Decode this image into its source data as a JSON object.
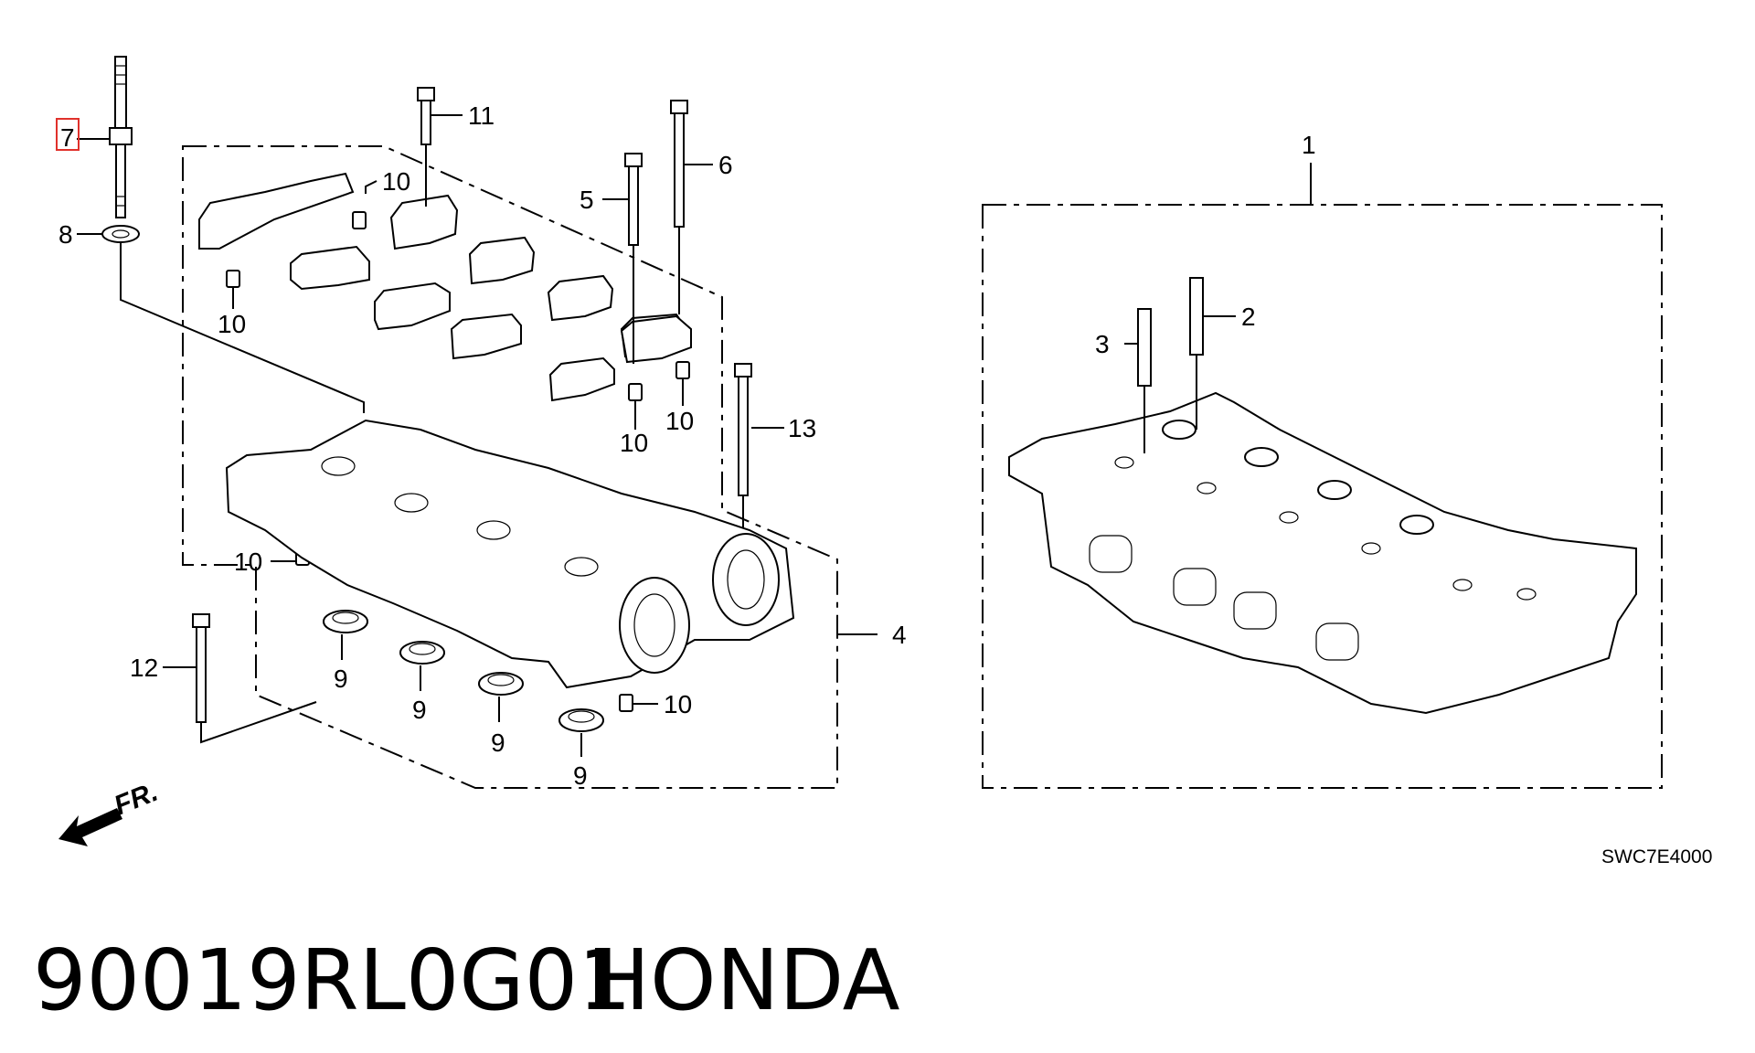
{
  "diagram": {
    "callouts": {
      "c1": "1",
      "c2": "2",
      "c3": "3",
      "c4": "4",
      "c5": "5",
      "c6": "6",
      "c7": "7",
      "c8": "8",
      "c9a": "9",
      "c9b": "9",
      "c9c": "9",
      "c9d": "9",
      "c10a": "10",
      "c10b": "10",
      "c10c": "10",
      "c10d": "10",
      "c10e": "10",
      "c10f": "10",
      "c11": "11",
      "c12": "12",
      "c13": "13"
    },
    "front_arrow_label": "FR.",
    "diagram_code": "SWC7E4000",
    "highlighted_callout": "7",
    "highlight_color": "#e0312b"
  },
  "caption": {
    "part_number": "90019RL0G01",
    "brand": "HONDA"
  }
}
